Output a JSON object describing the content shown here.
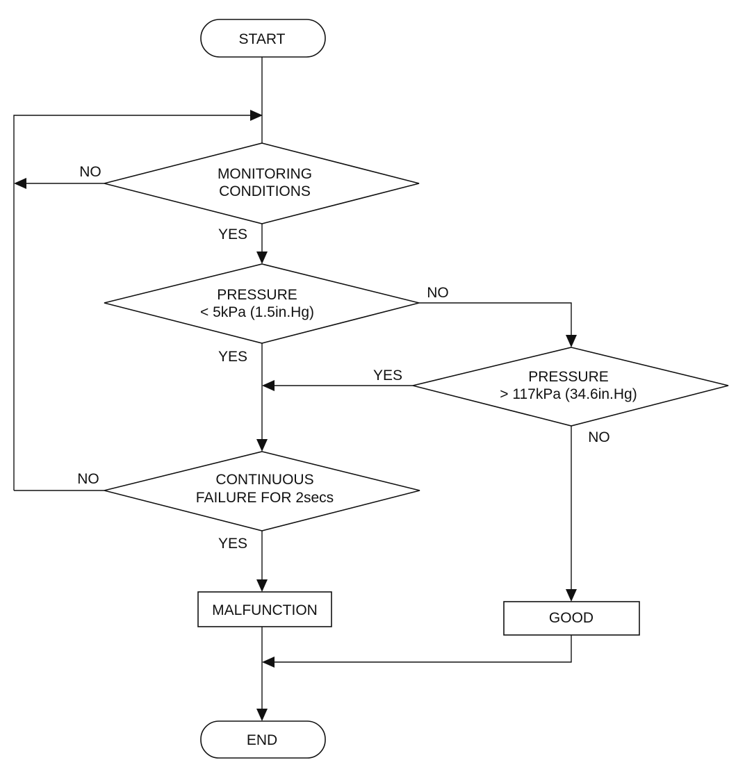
{
  "nodes": {
    "start": "START",
    "monitoring": [
      "MONITORING",
      "CONDITIONS"
    ],
    "pressure_low": [
      "PRESSURE",
      "< 5kPa (1.5in.Hg)"
    ],
    "pressure_high": [
      "PRESSURE",
      "> 117kPa (34.6in.Hg)"
    ],
    "continuous": [
      "CONTINUOUS",
      "FAILURE FOR 2secs"
    ],
    "malfunction": "MALFUNCTION",
    "good": "GOOD",
    "end": "END"
  },
  "labels": {
    "monitoring_no": "NO",
    "monitoring_yes": "YES",
    "pressure_low_no": "NO",
    "pressure_low_yes": "YES",
    "pressure_high_yes": "YES",
    "pressure_high_no": "NO",
    "continuous_no": "NO",
    "continuous_yes": "YES"
  }
}
